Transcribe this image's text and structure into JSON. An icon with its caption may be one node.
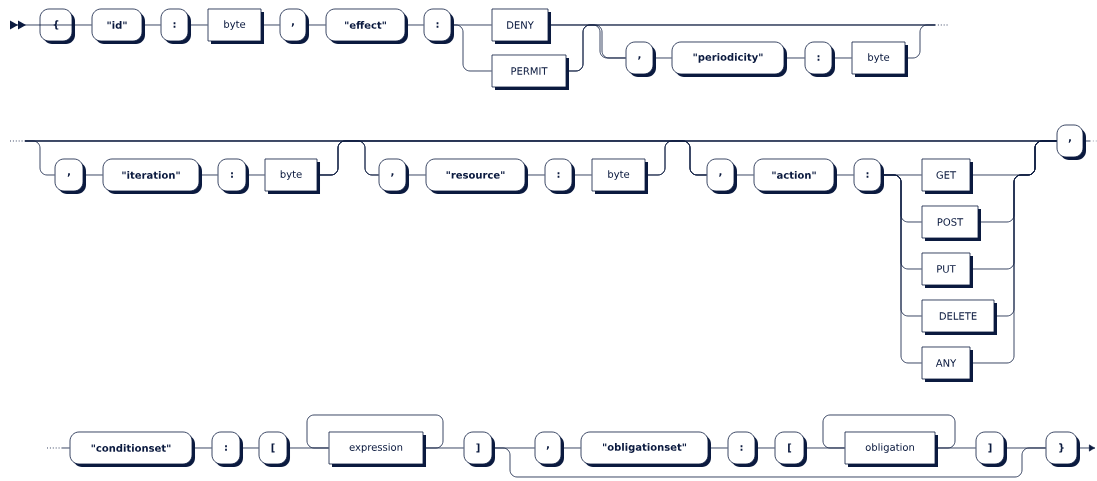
{
  "diagram": {
    "nodes": [
      {
        "text": [
          "{"
        ]
      },
      {
        "text": [
          "\"id\""
        ]
      },
      {
        "text": [
          ":"
        ]
      },
      {
        "text": [
          "byte"
        ]
      },
      {
        "text": [
          ","
        ]
      },
      {
        "text": [
          "\"effect\""
        ]
      },
      {
        "text": [
          ":"
        ]
      },
      {
        "text": [
          "DENY"
        ]
      },
      {
        "text": [
          "PERMIT"
        ]
      },
      {
        "text": [
          ","
        ]
      },
      {
        "text": [
          "\"periodicity\""
        ]
      },
      {
        "text": [
          ":"
        ]
      },
      {
        "text": [
          "byte"
        ]
      },
      {
        "text": [
          ","
        ]
      },
      {
        "text": [
          "\"iteration\""
        ]
      },
      {
        "text": [
          ":"
        ]
      },
      {
        "text": [
          "byte"
        ]
      },
      {
        "text": [
          ","
        ]
      },
      {
        "text": [
          "\"resource\""
        ]
      },
      {
        "text": [
          ":"
        ]
      },
      {
        "text": [
          "byte"
        ]
      },
      {
        "text": [
          ","
        ]
      },
      {
        "text": [
          "\"action\""
        ]
      },
      {
        "text": [
          ":"
        ]
      },
      {
        "text": [
          "GET"
        ]
      },
      {
        "text": [
          "POST"
        ]
      },
      {
        "text": [
          "PUT"
        ]
      },
      {
        "text": [
          "DELETE"
        ]
      },
      {
        "text": [
          "ANY"
        ]
      },
      {
        "text": [
          ","
        ]
      },
      {
        "text": [
          "\"conditionset\""
        ]
      },
      {
        "text": [
          ":"
        ]
      },
      {
        "text": [
          "["
        ]
      },
      {
        "text": [
          "expression"
        ]
      },
      {
        "text": [
          "]"
        ]
      },
      {
        "text": [
          ","
        ]
      },
      {
        "text": [
          "\"obligationset\""
        ]
      },
      {
        "text": [
          ":"
        ]
      },
      {
        "text": [
          "["
        ]
      },
      {
        "text": [
          "obligation"
        ]
      },
      {
        "text": [
          "]"
        ]
      },
      {
        "text": [
          "}"
        ]
      }
    ],
    "edges": [
      {
        "from": 0,
        "to": null,
        "arrow": "other"
      },
      {
        "from": 0,
        "to": 1,
        "arrow": "none"
      },
      {
        "from": 1,
        "to": 2,
        "arrow": "none"
      },
      {
        "from": 2,
        "to": 3,
        "arrow": "none"
      },
      {
        "from": 3,
        "to": 4,
        "arrow": "none"
      },
      {
        "from": 4,
        "to": 5,
        "arrow": "none"
      },
      {
        "from": 5,
        "to": 6,
        "arrow": "none"
      },
      {
        "from": 6,
        "to": 7,
        "arrow": "none"
      },
      {
        "from": 6,
        "to": 8,
        "arrow": "none"
      },
      {
        "from": 7,
        "to": 9,
        "arrow": "none"
      },
      {
        "from": 8,
        "to": 9,
        "arrow": "none"
      },
      {
        "from": 7,
        "to": null,
        "arrow": "none"
      },
      {
        "from": 8,
        "to": null,
        "arrow": "none"
      },
      {
        "from": 9,
        "to": 10,
        "arrow": "none"
      },
      {
        "from": 10,
        "to": 11,
        "arrow": "none"
      },
      {
        "from": 11,
        "to": 12,
        "arrow": "none"
      },
      {
        "from": 12,
        "to": null,
        "arrow": "none"
      },
      {
        "from": null,
        "to": 13,
        "arrow": "none"
      },
      {
        "from": null,
        "to": 17,
        "arrow": "none"
      },
      {
        "from": null,
        "to": 21,
        "arrow": "none"
      },
      {
        "from": null,
        "to": 29,
        "arrow": "none"
      },
      {
        "from": 13,
        "to": 14,
        "arrow": "none"
      },
      {
        "from": 14,
        "to": 15,
        "arrow": "none"
      },
      {
        "from": 15,
        "to": 16,
        "arrow": "none"
      },
      {
        "from": 16,
        "to": 17,
        "arrow": "none"
      },
      {
        "from": 16,
        "to": 21,
        "arrow": "none"
      },
      {
        "from": 16,
        "to": 29,
        "arrow": "none"
      },
      {
        "from": 17,
        "to": 18,
        "arrow": "none"
      },
      {
        "from": 18,
        "to": 19,
        "arrow": "none"
      },
      {
        "from": 19,
        "to": 20,
        "arrow": "none"
      },
      {
        "from": 20,
        "to": 21,
        "arrow": "none"
      },
      {
        "from": 20,
        "to": 29,
        "arrow": "none"
      },
      {
        "from": 21,
        "to": 22,
        "arrow": "none"
      },
      {
        "from": 22,
        "to": 23,
        "arrow": "none"
      },
      {
        "from": 23,
        "to": 24,
        "arrow": "none"
      },
      {
        "from": 23,
        "to": 25,
        "arrow": "none"
      },
      {
        "from": 23,
        "to": 26,
        "arrow": "none"
      },
      {
        "from": 23,
        "to": 27,
        "arrow": "none"
      },
      {
        "from": 23,
        "to": 28,
        "arrow": "none"
      },
      {
        "from": 24,
        "to": 29,
        "arrow": "none"
      },
      {
        "from": 25,
        "to": 29,
        "arrow": "none"
      },
      {
        "from": 26,
        "to": 29,
        "arrow": "none"
      },
      {
        "from": 27,
        "to": 29,
        "arrow": "none"
      },
      {
        "from": 28,
        "to": 29,
        "arrow": "none"
      },
      {
        "from": 29,
        "to": null,
        "arrow": "none"
      },
      {
        "from": null,
        "to": 30,
        "arrow": "none"
      },
      {
        "from": 30,
        "to": 31,
        "arrow": "none"
      },
      {
        "from": 31,
        "to": 32,
        "arrow": "none"
      },
      {
        "from": 32,
        "to": 33,
        "arrow": "none"
      },
      {
        "from": 33,
        "to": 33,
        "arrow": "none"
      },
      {
        "from": 33,
        "to": 34,
        "arrow": "none"
      },
      {
        "from": 34,
        "to": 35,
        "arrow": "none"
      },
      {
        "from": 34,
        "to": 41,
        "arrow": "none"
      },
      {
        "from": 35,
        "to": 36,
        "arrow": "none"
      },
      {
        "from": 36,
        "to": 37,
        "arrow": "none"
      },
      {
        "from": 37,
        "to": 38,
        "arrow": "none"
      },
      {
        "from": 38,
        "to": 39,
        "arrow": "none"
      },
      {
        "from": 39,
        "to": 39,
        "arrow": "none"
      },
      {
        "from": 39,
        "to": 40,
        "arrow": "none"
      },
      {
        "from": 40,
        "to": 41,
        "arrow": "none"
      },
      {
        "from": 41,
        "to": null,
        "arrow": "to"
      }
    ]
  }
}
